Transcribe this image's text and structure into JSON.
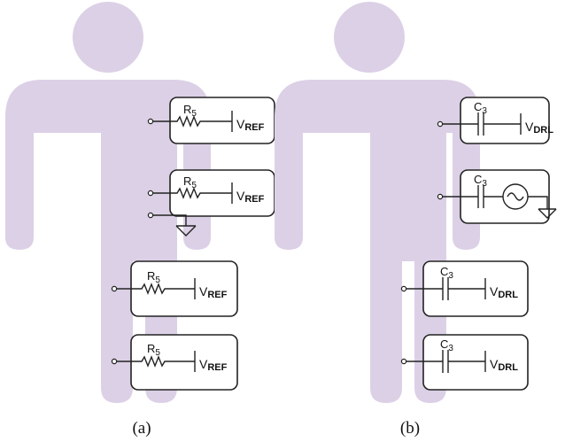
{
  "colors": {
    "body": "#dcd0e6",
    "stroke": "#222222",
    "background": "#ffffff"
  },
  "panels": {
    "a": {
      "caption": "(a)",
      "circuits": [
        {
          "component": "R",
          "component_sub": "5",
          "source": "V",
          "source_sub": "REF",
          "ground": false
        },
        {
          "component": "R",
          "component_sub": "5",
          "source": "V",
          "source_sub": "REF",
          "ground": true
        },
        {
          "component": "R",
          "component_sub": "5",
          "source": "V",
          "source_sub": "REF",
          "ground": false
        },
        {
          "component": "R",
          "component_sub": "5",
          "source": "V",
          "source_sub": "REF",
          "ground": false
        }
      ]
    },
    "b": {
      "caption": "(b)",
      "circuits": [
        {
          "component": "C",
          "component_sub": "3",
          "source": "V",
          "source_sub": "DRL",
          "ground": false
        },
        {
          "component": "C",
          "component_sub": "3",
          "source_symbol": "ac-source-icon",
          "ground": true
        },
        {
          "component": "C",
          "component_sub": "3",
          "source": "V",
          "source_sub": "DRL",
          "ground": false
        },
        {
          "component": "C",
          "component_sub": "3",
          "source": "V",
          "source_sub": "DRL",
          "ground": false
        }
      ]
    }
  }
}
